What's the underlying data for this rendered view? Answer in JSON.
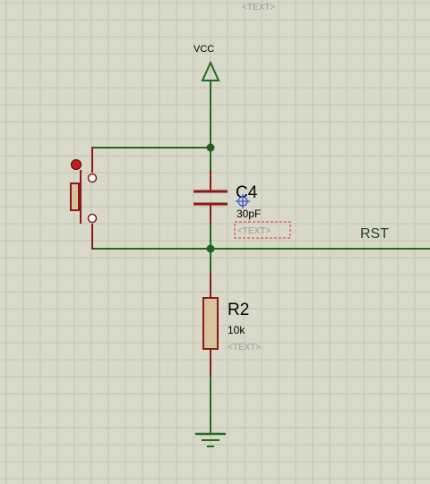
{
  "sheet": {
    "top_placeholder": "<TEXT>"
  },
  "components": {
    "power": {
      "label": "VCC"
    },
    "capacitor": {
      "ref": "C4",
      "value": "30pF",
      "placeholder": "<TEXT>"
    },
    "resistor": {
      "ref": "R2",
      "value": "10k",
      "placeholder": "<TEXT>"
    },
    "net": {
      "label": "RST"
    }
  },
  "colors": {
    "background": "#d9d9c9",
    "grid": "#c4c4b4",
    "wire": "#1f6b1f",
    "component_outline": "#8c1a1a",
    "component_fill": "#d7c49c",
    "selection": "#e03030",
    "cursor": "#3050d0"
  },
  "icons": {
    "cursor": "crosshair-cursor-icon",
    "ground": "ground-symbol-icon",
    "power": "power-arrow-icon",
    "pushbutton": "pushbutton-icon"
  }
}
